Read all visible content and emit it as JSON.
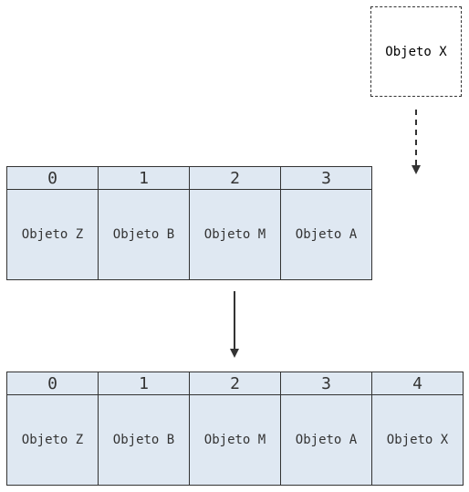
{
  "new_object": {
    "label": "Objeto X"
  },
  "array_before": {
    "cells": [
      {
        "index": "0",
        "value": "Objeto Z"
      },
      {
        "index": "1",
        "value": "Objeto B"
      },
      {
        "index": "2",
        "value": "Objeto M"
      },
      {
        "index": "3",
        "value": "Objeto A"
      }
    ]
  },
  "array_after": {
    "cells": [
      {
        "index": "0",
        "value": "Objeto Z"
      },
      {
        "index": "1",
        "value": "Objeto B"
      },
      {
        "index": "2",
        "value": "Objeto M"
      },
      {
        "index": "3",
        "value": "Objeto A"
      },
      {
        "index": "4",
        "value": "Objeto X"
      }
    ]
  },
  "colors": {
    "cell_fill": "#dfe8f2",
    "stroke": "#333333",
    "background": "#ffffff"
  }
}
